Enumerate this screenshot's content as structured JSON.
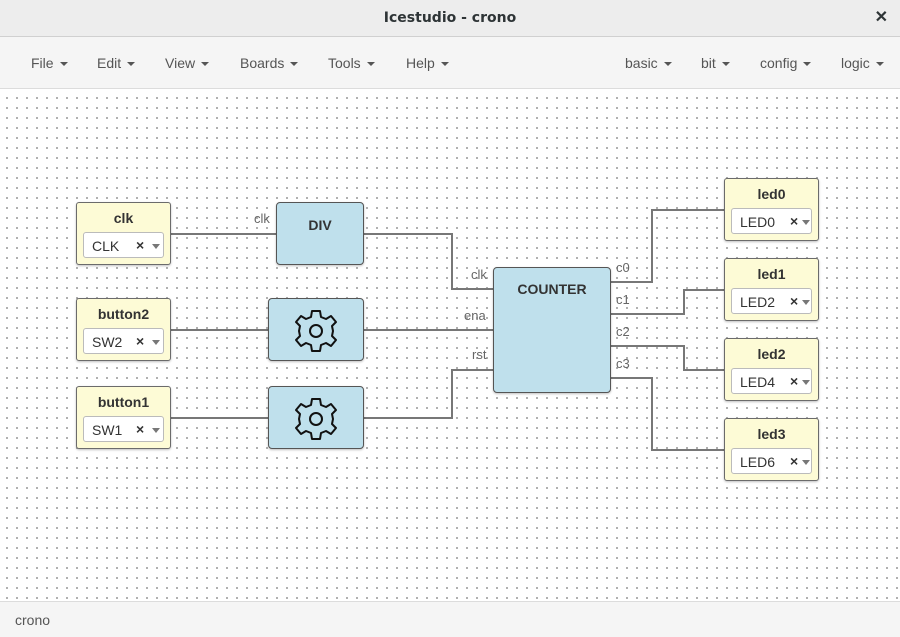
{
  "window": {
    "title": "Icestudio - crono",
    "close_glyph": "✕"
  },
  "menus": {
    "left": [
      "File",
      "Edit",
      "View",
      "Boards",
      "Tools",
      "Help"
    ],
    "right": [
      "basic",
      "bit",
      "config",
      "logic"
    ]
  },
  "inputs": {
    "clk": {
      "name": "clk",
      "pin": "CLK"
    },
    "button2": {
      "name": "button2",
      "pin": "SW2"
    },
    "button1": {
      "name": "button1",
      "pin": "SW1"
    }
  },
  "outputs": {
    "led0": {
      "name": "led0",
      "pin": "LED0"
    },
    "led1": {
      "name": "led1",
      "pin": "LED2"
    },
    "led2": {
      "name": "led2",
      "pin": "LED4"
    },
    "led3": {
      "name": "led3",
      "pin": "LED6"
    }
  },
  "blocks": {
    "div": {
      "name": "DIV",
      "in_port": "clk"
    },
    "gear1": {
      "icon": "gear-icon"
    },
    "gear2": {
      "icon": "gear-icon"
    },
    "counter": {
      "name": "COUNTER",
      "inputs": [
        "clk",
        "ena",
        "rst"
      ],
      "outputs": [
        "c0",
        "c1",
        "c2",
        "c3"
      ]
    }
  },
  "remove_glyph": "×",
  "statusbar": {
    "text": "crono"
  }
}
